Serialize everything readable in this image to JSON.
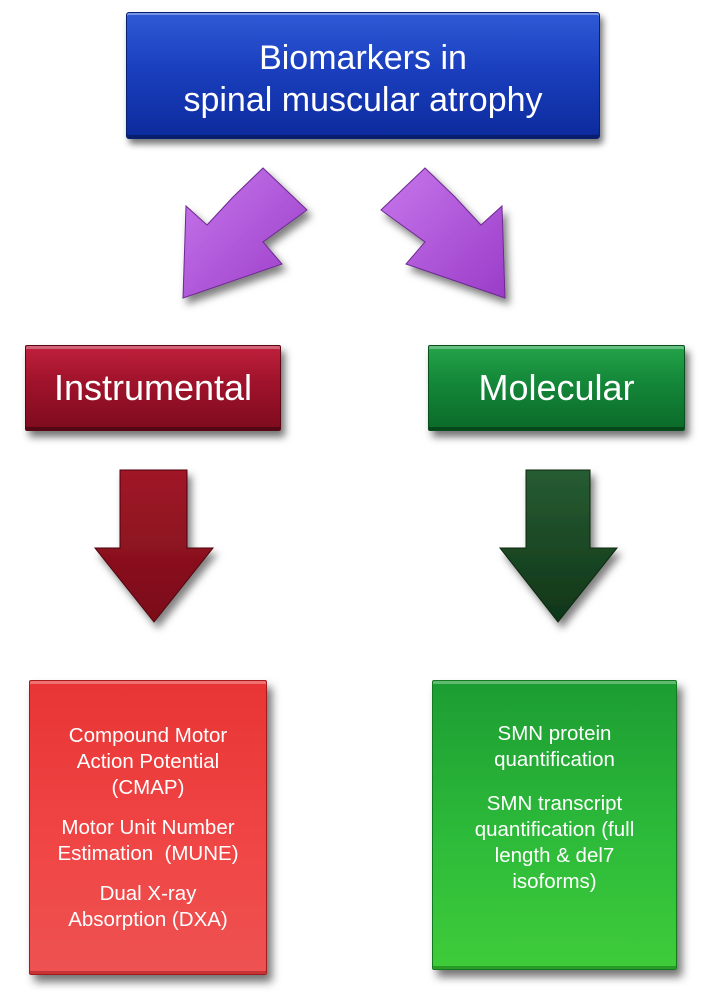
{
  "title": {
    "line1": "Biomarkers in",
    "line2": "spinal muscular atrophy"
  },
  "categories": {
    "instrumental": "Instrumental",
    "molecular": "Molecular"
  },
  "instrumental_details": [
    {
      "line1": "Compound Motor",
      "line2": "Action Potential",
      "line3": "(CMAP)"
    },
    {
      "line1": "Motor Unit Number",
      "line2": "Estimation  (MUNE)"
    },
    {
      "line1": "Dual X-ray",
      "line2": "Absorption (DXA)"
    }
  ],
  "molecular_details": [
    {
      "line1": "SMN protein",
      "line2": "quantification"
    },
    {
      "line1": "SMN transcript",
      "line2": "quantification (full",
      "line3": "length & del7",
      "line4": "isoforms)"
    }
  ],
  "colors": {
    "title_box": "#1a3fbe",
    "instrumental_box": "#a2132c",
    "molecular_box": "#15893a",
    "instrumental_detail": "#ee4040",
    "molecular_detail": "#2dbb3a",
    "purple_arrow": "#b35be0",
    "red_arrow": "#8e1322",
    "green_arrow": "#1a4a26"
  }
}
